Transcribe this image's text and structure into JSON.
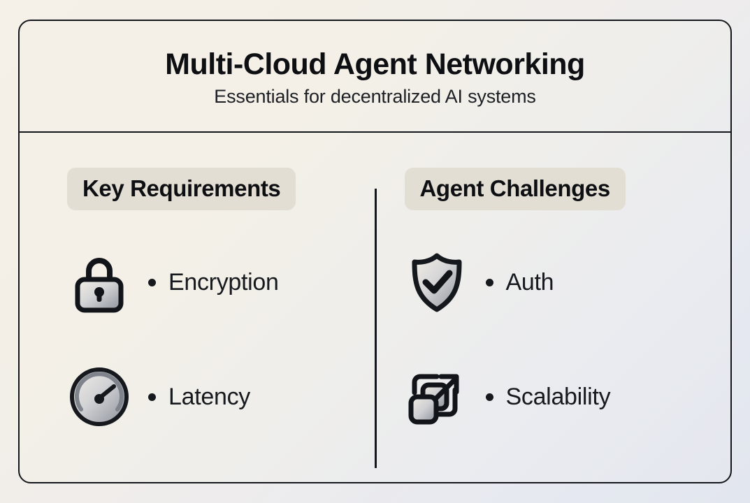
{
  "header": {
    "title": "Multi-Cloud Agent Networking",
    "subtitle": "Essentials for decentralized AI systems"
  },
  "columns": [
    {
      "heading": "Key Requirements",
      "items": [
        {
          "label": "Encryption",
          "icon": "lock-icon"
        },
        {
          "label": "Latency",
          "icon": "gauge-icon"
        }
      ]
    },
    {
      "heading": "Agent Challenges",
      "items": [
        {
          "label": "Auth",
          "icon": "shield-check-icon"
        },
        {
          "label": "Scalability",
          "icon": "scale-arrow-icon"
        }
      ]
    }
  ],
  "colors": {
    "ink": "#0d0f12",
    "card_border": "#13161a",
    "chip_background": "#e3ded3",
    "background_warm": "#f4f0e8",
    "background_cool": "#e4e7ee",
    "icon_gradient_light": "#f3efe6",
    "icon_gradient_dark": "#8d929b"
  }
}
